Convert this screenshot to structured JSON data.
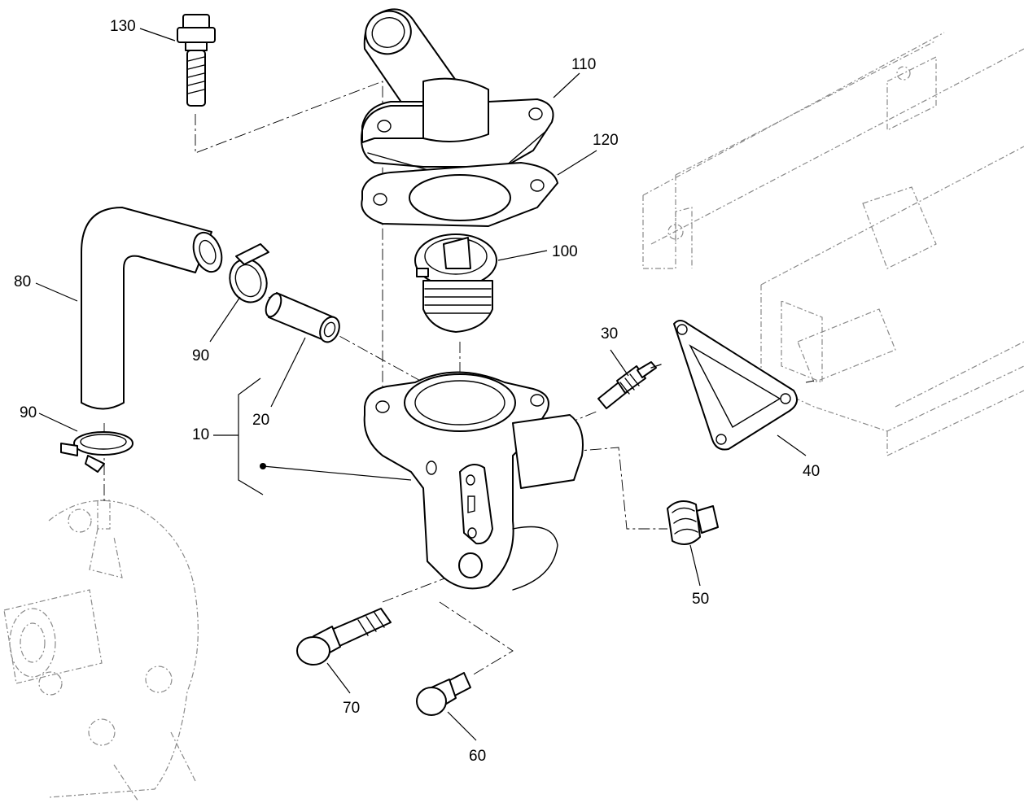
{
  "labels": {
    "p130": "130",
    "p110": "110",
    "p120": "120",
    "p100": "100",
    "p80": "80",
    "p90a": "90",
    "p20": "20",
    "p30": "30",
    "p10": "10",
    "p90b": "90",
    "p40": "40",
    "p50": "50",
    "p70": "70",
    "p60": "60"
  }
}
